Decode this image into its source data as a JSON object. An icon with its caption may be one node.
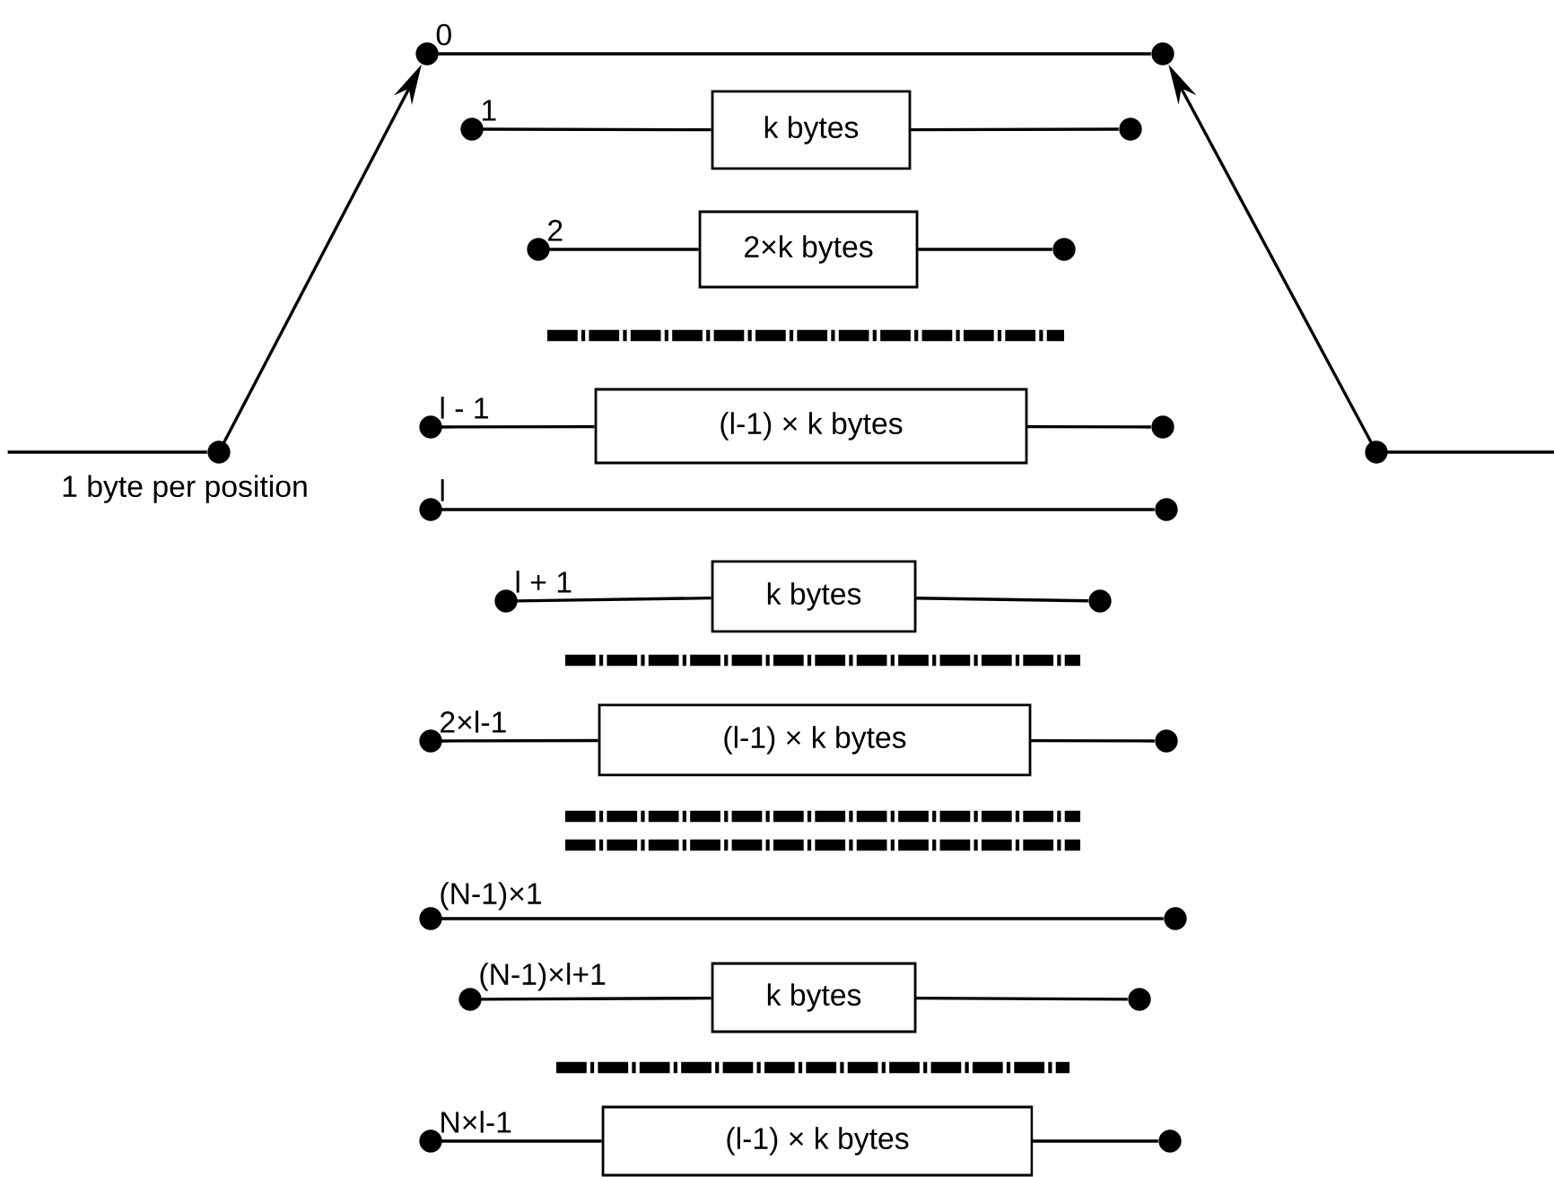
{
  "diagram": {
    "nodes": [
      {
        "text": [],
        "shape": "circle",
        "beside": [
          "1 byte per position"
        ]
      },
      {
        "text": [],
        "shape": "circle"
      },
      {
        "text": [],
        "shape": "circle",
        "beside": [
          "0"
        ]
      },
      {
        "text": [],
        "shape": "circle"
      },
      {
        "text": [],
        "shape": "circle",
        "beside": [
          "1"
        ]
      },
      {
        "text": [
          "k bytes"
        ]
      },
      {
        "text": [],
        "shape": "circle"
      },
      {
        "text": [],
        "shape": "circle",
        "beside": [
          "2"
        ]
      },
      {
        "text": [
          "2×k bytes"
        ]
      },
      {
        "text": [],
        "shape": "circle"
      },
      {
        "text": [],
        "shape": "circle",
        "beside": [
          "l - 1"
        ]
      },
      {
        "text": [
          "(l-1) × k bytes"
        ]
      },
      {
        "text": [],
        "shape": "circle"
      },
      {
        "text": [],
        "shape": "circle",
        "beside": [
          "l"
        ]
      },
      {
        "text": [],
        "shape": "circle"
      },
      {
        "text": [],
        "shape": "circle",
        "beside": [
          "l + 1"
        ]
      },
      {
        "text": [
          "k bytes"
        ]
      },
      {
        "text": [],
        "shape": "circle"
      },
      {
        "text": [],
        "shape": "circle",
        "beside": [
          "2×l-1"
        ]
      },
      {
        "text": [
          "(l-1) × k bytes"
        ]
      },
      {
        "text": [],
        "shape": "circle"
      },
      {
        "text": [],
        "shape": "circle",
        "beside": [
          "(N-1)×1"
        ]
      },
      {
        "text": [],
        "shape": "circle"
      },
      {
        "text": [],
        "shape": "circle",
        "beside": [
          "(N-1)×l+1"
        ]
      },
      {
        "text": [
          "k bytes"
        ]
      },
      {
        "text": [],
        "shape": "circle"
      },
      {
        "text": [],
        "shape": "circle",
        "beside": [
          "N×l-1"
        ]
      },
      {
        "text": [
          "(l-1) × k bytes"
        ]
      },
      {
        "text": [],
        "shape": "circle"
      }
    ],
    "edges": [
      {
        "from": null,
        "to": 0,
        "arrow": "none"
      },
      {
        "from": 0,
        "to": 2,
        "arrow": "to"
      },
      {
        "from": 1,
        "to": 3,
        "arrow": "to"
      },
      {
        "from": 1,
        "to": null,
        "arrow": "none"
      },
      {
        "from": 2,
        "to": 3,
        "arrow": "none"
      },
      {
        "from": 4,
        "to": 5,
        "arrow": "none"
      },
      {
        "from": 5,
        "to": 6,
        "arrow": "none"
      },
      {
        "from": 7,
        "to": 8,
        "arrow": "none"
      },
      {
        "from": 8,
        "to": 9,
        "arrow": "none"
      },
      {
        "from": 10,
        "to": 11,
        "arrow": "none"
      },
      {
        "from": 11,
        "to": 12,
        "arrow": "none"
      },
      {
        "from": 13,
        "to": 14,
        "arrow": "none"
      },
      {
        "from": 15,
        "to": 16,
        "arrow": "none"
      },
      {
        "from": 16,
        "to": 17,
        "arrow": "none"
      },
      {
        "from": 18,
        "to": 19,
        "arrow": "none"
      },
      {
        "from": 19,
        "to": 20,
        "arrow": "none"
      },
      {
        "from": 21,
        "to": 22,
        "arrow": "none"
      },
      {
        "from": 23,
        "to": 24,
        "arrow": "none"
      },
      {
        "from": 24,
        "to": 25,
        "arrow": "none"
      },
      {
        "from": 26,
        "to": 27,
        "arrow": "none"
      },
      {
        "from": 27,
        "to": 28,
        "arrow": "none"
      }
    ]
  }
}
